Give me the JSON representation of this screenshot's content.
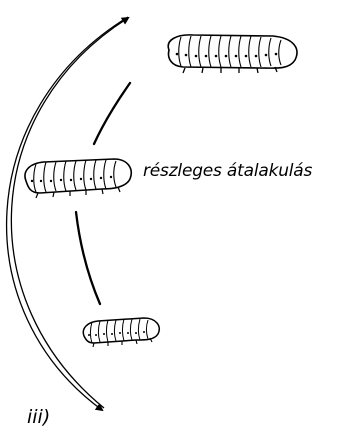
{
  "caption": "részleges átalakulás",
  "panel_label": "iii)",
  "stages": [
    {
      "name": "large-larva"
    },
    {
      "name": "middle-larva"
    },
    {
      "name": "small-larva"
    }
  ],
  "colors": {
    "ink": "#000000",
    "background": "#ffffff"
  }
}
